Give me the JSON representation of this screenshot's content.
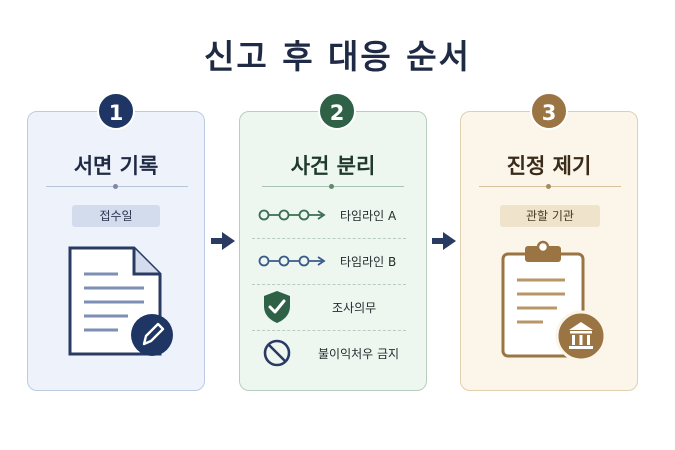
{
  "title": "신고 후 대응 순서",
  "colors": {
    "step1": "#1f3563",
    "step2": "#2e6145",
    "step3": "#9a7443"
  },
  "steps": [
    {
      "number": "1",
      "title": "서면 기록",
      "tag": "접수일",
      "icon": "document-pen-icon"
    },
    {
      "number": "2",
      "title": "사건 분리",
      "items": [
        {
          "label": "타임라인 A",
          "icon": "timeline-icon"
        },
        {
          "label": "타임라인 B",
          "icon": "timeline-icon"
        },
        {
          "label": "조사의무",
          "icon": "shield-check-icon"
        },
        {
          "label": "불이익처우 금지",
          "icon": "prohibited-icon"
        }
      ]
    },
    {
      "number": "3",
      "title": "진정 제기",
      "tag": "관할 기관",
      "icon": "clipboard-institution-icon"
    }
  ]
}
